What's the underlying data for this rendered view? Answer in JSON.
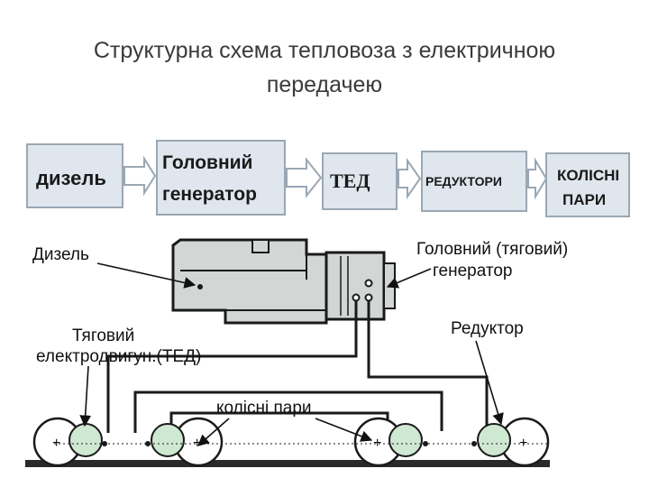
{
  "title": {
    "line1": "Структурна схема  тепловоза з електричною",
    "line2": "передачею"
  },
  "blocks": [
    {
      "text": "дизель"
    },
    {
      "line1": "Головний",
      "line2": "генератор"
    },
    {
      "text": "ТЕД"
    },
    {
      "text": "РЕДУКТОРИ"
    },
    {
      "line1": "КОЛІСНІ",
      "line2": "ПАРИ"
    }
  ],
  "labels": {
    "diesel": "Дизель",
    "generator_line1": "Головний (тяговий)",
    "generator_line2": "генератор",
    "reducer": "Редуктор",
    "motor_line1": "Тяговий",
    "motor_line2": "електродвигун.(ТЕД)",
    "wheels": "колісні пари"
  },
  "colors": {
    "block_fill": "#dfe6ee",
    "block_stroke": "#9aa7b4",
    "machine_fill": "#d2d6d4",
    "wheel_fill": "#cfe8d2"
  }
}
